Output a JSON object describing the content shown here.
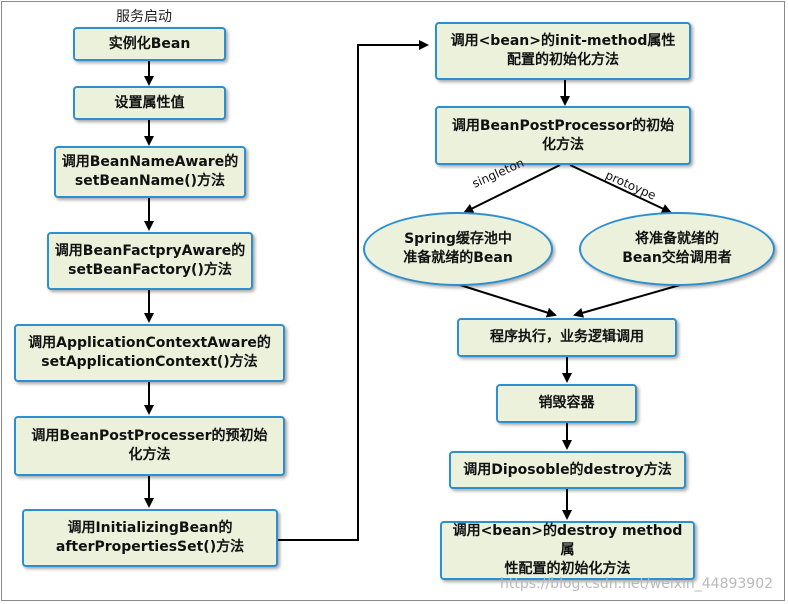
{
  "diagram": {
    "start_label": "服务启动",
    "left_column": [
      "实例化Bean",
      "设置属性值",
      "调用BeanNameAware的\nsetBeanName()方法",
      "调用BeanFactpryAware的\nsetBeanFactory()方法",
      "调用ApplicationContextAware的\nsetApplicationContext()方法",
      "调用BeanPostProcesser的预初始\n化方法",
      "调用InitializingBean的\nafterPropertiesSet()方法"
    ],
    "right_column": {
      "init_method": "调用<bean>的init-method属性\n配置的初始化方法",
      "post_processor": "调用BeanPostProcessor的初始\n化方法",
      "branch_singleton_label": "singleton",
      "branch_prototype_label": "protoype",
      "singleton_node": "Spring缓存池中\n准备就绪的Bean",
      "prototype_node": "将准备就绪的\nBean交给调用者",
      "business_logic": "程序执行，业务逻辑调用",
      "destroy_container": "销毁容器",
      "disposable_destroy": "调用Diposoble的destroy方法",
      "destroy_method": "调用<bean>的destroy method属\n性配置的初始化方法"
    },
    "watermark": "https://blog.csdn.net/weixin_44893902"
  }
}
